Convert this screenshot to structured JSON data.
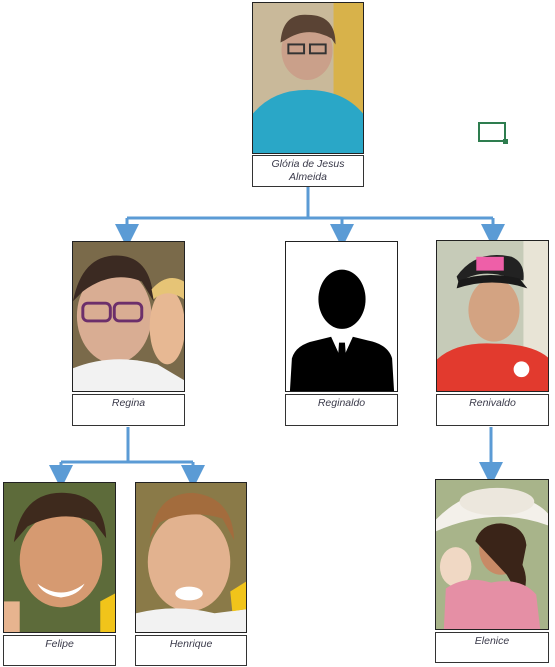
{
  "colors": {
    "connector": "#5b9bd5",
    "border": "#333333",
    "marker": "#2e7d4f"
  },
  "people": {
    "gloria": {
      "line1": "Glória de Jesus",
      "line2": "Almeida",
      "photo": "woman-with-glasses-portrait"
    },
    "regina": {
      "name": "Regina",
      "photo": "woman-with-glasses-and-child-portrait"
    },
    "reginaldo": {
      "name": "Reginaldo",
      "photo": "silhouette-placeholder"
    },
    "renivaldo": {
      "name": "Renivaldo",
      "photo": "man-in-cap-red-shirt-portrait"
    },
    "felipe": {
      "name": "Felipe",
      "photo": "smiling-boy-portrait"
    },
    "henrique": {
      "name": "Henrique",
      "photo": "young-boy-portrait"
    },
    "elenice": {
      "name": "Elenice",
      "photo": "girl-in-white-hat-portrait"
    }
  }
}
